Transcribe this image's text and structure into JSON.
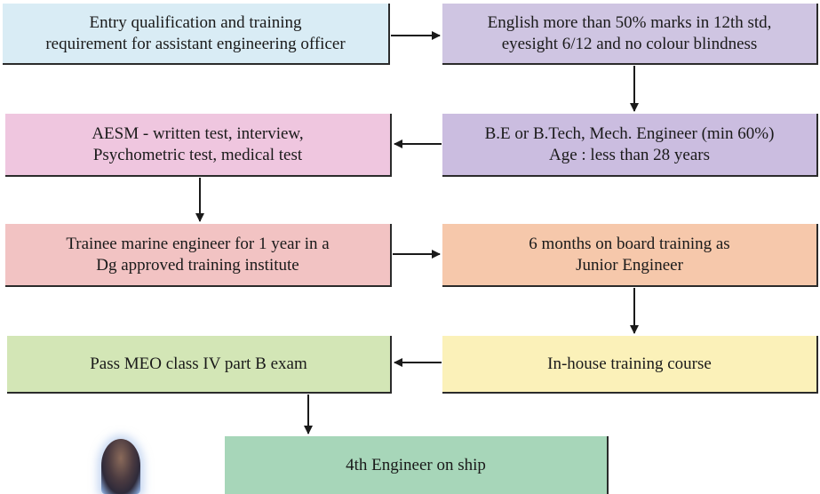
{
  "boxes": {
    "b1": [
      "Entry qualification and training",
      "requirement for assistant engineering officer"
    ],
    "b2": [
      "English more than 50% marks in 12th std,",
      "eyesight 6/12 and no colour blindness"
    ],
    "b3": [
      "B.E or B.Tech, Mech. Engineer (min 60%)",
      "Age : less than 28 years"
    ],
    "b4": [
      "AESM - written test, interview,",
      "Psychometric test, medical test"
    ],
    "b5": [
      "Trainee marine engineer for 1 year in a",
      "Dg approved training institute"
    ],
    "b6": [
      "6 months on board training as",
      "Junior Engineer"
    ],
    "b7": [
      "In-house training course"
    ],
    "b8": [
      "Pass MEO class IV part B exam"
    ],
    "b9": [
      "4th Engineer on ship"
    ]
  },
  "colors": {
    "arrow": "#1a1a1a",
    "box_b1": "#d9ecf5",
    "box_b2": "#cfc5e2",
    "box_b3": "#cbbde0",
    "box_b4": "#efc6df",
    "box_b5": "#f2c3c3",
    "box_b6": "#f6c8ab",
    "box_b7": "#fbf1b9",
    "box_b8": "#d3e6b6",
    "box_b9": "#a7d6b9"
  }
}
